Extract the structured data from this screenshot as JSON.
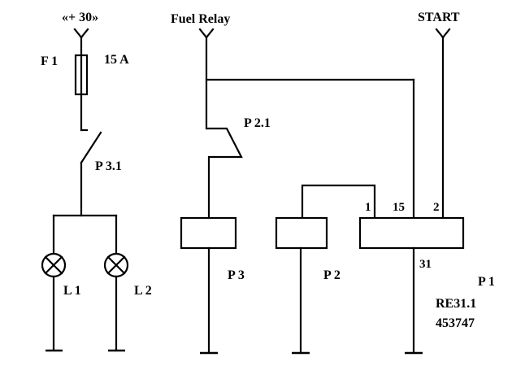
{
  "terminals": {
    "supply": "«+ 30»",
    "fuel_relay": "Fuel Relay",
    "start": "START"
  },
  "fuse": {
    "name": "F 1",
    "rating": "15 A"
  },
  "switch_contact": "P 3.1",
  "relay_contact": "P 2.1",
  "lamps": {
    "l1": "L 1",
    "l2": "L 2"
  },
  "relays": {
    "p3": "P 3",
    "p2": "P 2"
  },
  "module": {
    "name": "P 1",
    "pin_1": "1",
    "pin_15": "15",
    "pin_2": "2",
    "pin_31": "31",
    "part_number": "RE31.1",
    "code": "453747"
  }
}
